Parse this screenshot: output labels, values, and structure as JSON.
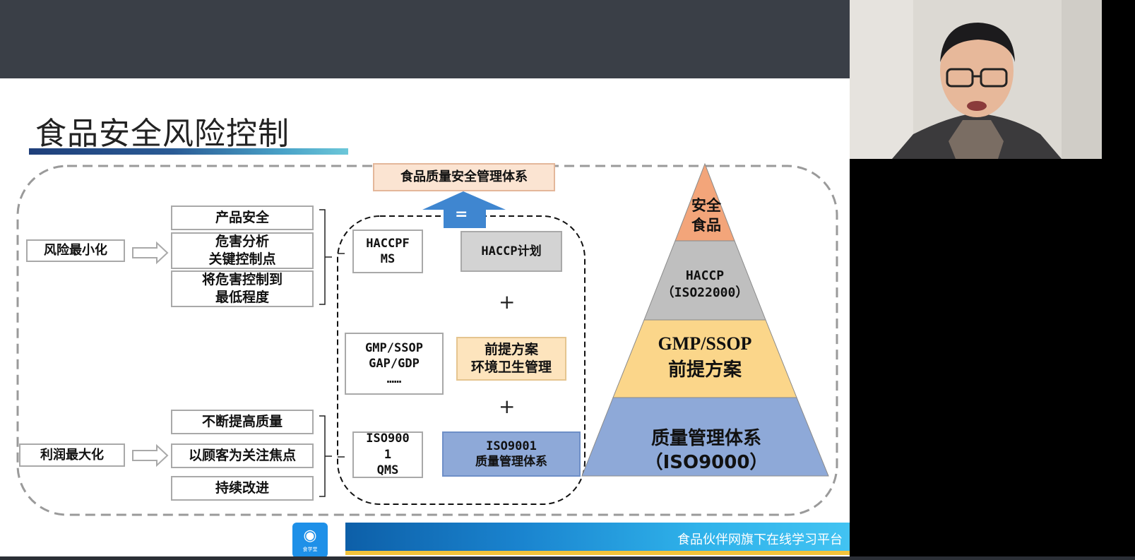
{
  "slide": {
    "title": "食品安全风险控制",
    "top_box": "食品质量安全管理体系",
    "equals": "=",
    "left": {
      "risk_min": "风险最小化",
      "profit_max": "利润最大化",
      "product_safety": "产品安全",
      "hazard_analysis": "危害分析\n关键控制点",
      "control_hazard": "将危害控制到\n最低程度",
      "improve_quality": "不断提高质量",
      "customer_focus": "以顾客为关注焦点",
      "continuous_improve": "持续改进"
    },
    "middle": {
      "haccpfms": "HACCPF\nMS",
      "haccp_plan": "HACCP计划",
      "plus1": "+",
      "gmp_ssop": "GMP/SSOP\nGAP/GDP\n……",
      "prereq": "前提方案\n环境卫生管理",
      "plus2": "+",
      "iso9001qms": "ISO900\n1\nQMS",
      "iso9001": "ISO9001\n质量管理体系"
    },
    "pyramid": {
      "top": "安全\n食品",
      "second": "HACCP\n（ISO22000）",
      "third_a": "GMP/SSOP",
      "third_b": "前提方案",
      "base": "质量管理体系\n（ISO9000）"
    },
    "footer": {
      "text": "食品伙伴网旗下在线学习平台",
      "logo_caption": "食学堂"
    }
  },
  "colors": {
    "topbar": "#3a3f47",
    "pyr_top": "#f3a57a",
    "pyr_second": "#bfbfbf",
    "pyr_third": "#fbd68a",
    "pyr_base": "#8ea9d8",
    "haccp_plan_bg": "#d3d3d3",
    "prereq_bg": "#fde4bd",
    "iso_bg": "#8ea9d8",
    "top_box_bg": "#fbe4d2",
    "arrow_blue": "#3f86d0"
  }
}
